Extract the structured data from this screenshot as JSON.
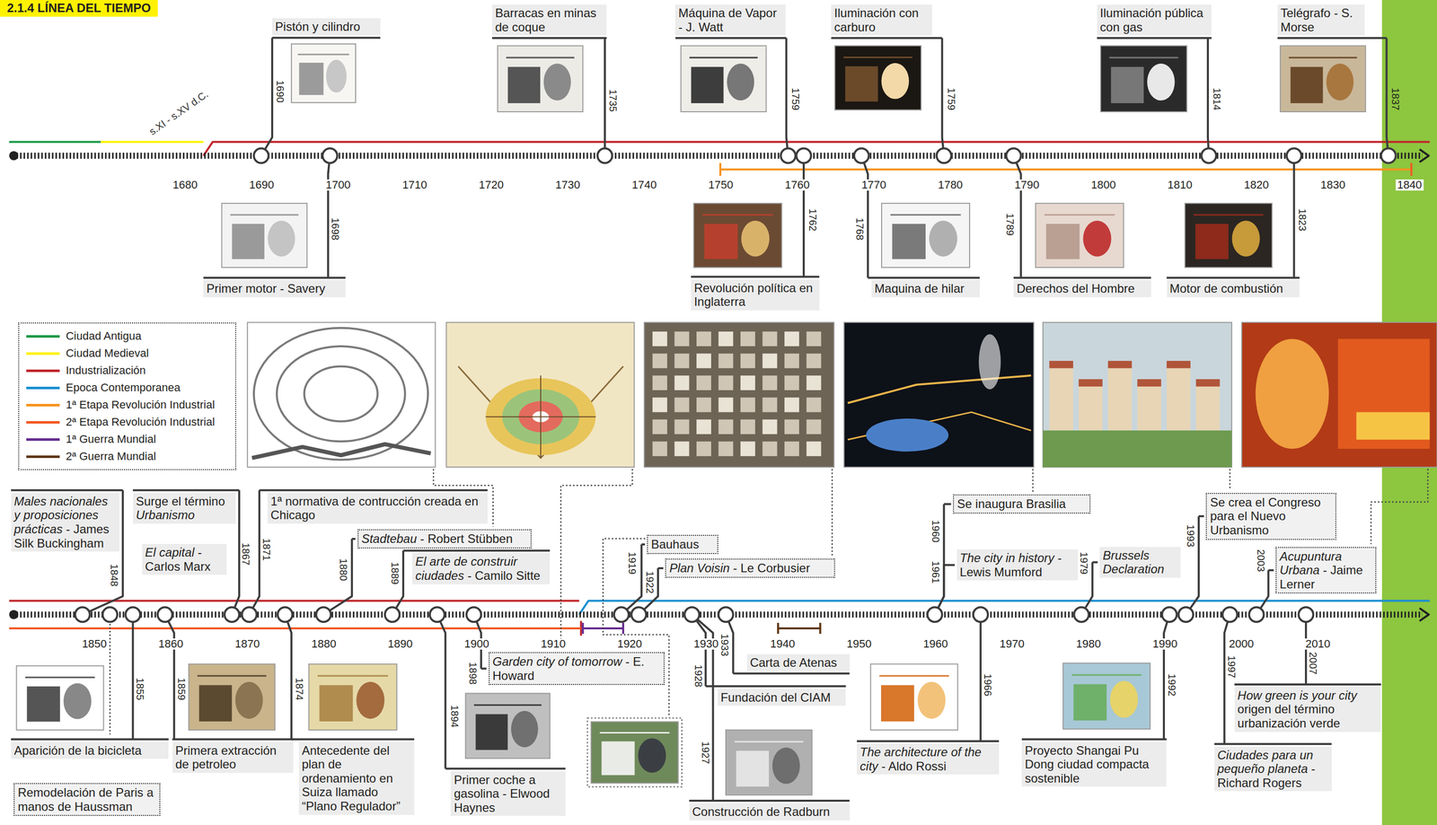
{
  "diagram": {
    "title": "2.1.4 LÍNEA DEL TIEMPO",
    "nodes": [
      {
        "text": [
          "Pistón y cilindro"
        ]
      },
      {
        "text": [
          "Barracas en minas de coque"
        ]
      },
      {
        "text": [
          "Máquina de Vapor - J. Watt"
        ]
      },
      {
        "text": [
          "Iluminación con carburo"
        ]
      },
      {
        "text": [
          "Iluminación pública con gas"
        ]
      },
      {
        "text": [
          "Telégrafo - S. Morse"
        ]
      },
      {
        "text": [
          "Primer motor - Savery"
        ]
      },
      {
        "text": [
          "Revolución política en Inglaterra"
        ]
      },
      {
        "text": [
          "Maquina de hilar"
        ]
      },
      {
        "text": [
          "Derechos del Hombre"
        ]
      },
      {
        "text": [
          "Motor de combustión"
        ]
      },
      {
        "text": [
          "Males nacionales y proposiciones prácticas",
          "- James Silk Buckingham"
        ]
      },
      {
        "text": [
          "Surge el término",
          "Urbanismo"
        ]
      },
      {
        "text": [
          "El capital",
          "- Carlos Marx"
        ]
      },
      {
        "text": [
          "1ª normativa de contrucción creada en Chicago"
        ]
      },
      {
        "text": [
          "Stadtebau",
          "- Robert Stübben"
        ]
      },
      {
        "text": [
          "El arte de construir ciudades",
          "- Camilo Sitte"
        ]
      },
      {
        "text": [
          "Bauhaus"
        ]
      },
      {
        "text": [
          "Plan Voisin",
          "- Le Corbusier"
        ]
      },
      {
        "text": [
          "Se inaugura Brasilia"
        ]
      },
      {
        "text": [
          "The city in history",
          "- Lewis Mumford"
        ]
      },
      {
        "text": [
          "Brussels Declaration"
        ]
      },
      {
        "text": [
          "Se crea el Congreso para el Nuevo Urbanismo"
        ]
      },
      {
        "text": [
          "Acupuntura Urbana",
          "- Jaime Lerner"
        ]
      },
      {
        "text": [
          "Aparición de la bicicleta"
        ]
      },
      {
        "text": [
          "Remodelación de Paris a manos de Haussman"
        ]
      },
      {
        "text": [
          "Primera extracción de petroleo"
        ]
      },
      {
        "text": [
          "Antecedente del plan de ordenamiento en Suiza llamado “Plano Regulador”"
        ]
      },
      {
        "text": [
          "Primer coche a gasolina - Elwood Haynes"
        ]
      },
      {
        "text": [
          "Garden city of tomorrow",
          "- E. Howard"
        ]
      },
      {
        "text": [
          "Fundación del CIAM"
        ]
      },
      {
        "text": [
          "Carta de Atenas"
        ]
      },
      {
        "text": [
          "Construcción de Radburn"
        ]
      },
      {
        "text": [
          "The architecture of the city",
          "- Aldo Rossi"
        ]
      },
      {
        "text": [
          "Proyecto Shangai Pu Dong ciudad compacta sostenible"
        ]
      },
      {
        "text": [
          "Ciudades para un pequeño planeta",
          "- Richard Rogers"
        ]
      },
      {
        "text": [
          "How green is your city",
          "origen del término urbanización verde"
        ]
      }
    ],
    "labels": [
      "s.XI - s.XV d.C.",
      "1680",
      "1690",
      "1700",
      "1710",
      "1720",
      "1730",
      "1740",
      "1750",
      "1760",
      "1770",
      "1780",
      "1790",
      "1800",
      "1810",
      "1820",
      "1830",
      "1840",
      "1690",
      "1735",
      "1759",
      "1759",
      "1814",
      "1837",
      "1698",
      "1762",
      "1768",
      "1789",
      "1823",
      "1850",
      "1860",
      "1870",
      "1880",
      "1890",
      "1900",
      "1910",
      "1920",
      "1930",
      "1940",
      "1950",
      "1960",
      "1970",
      "1980",
      "1990",
      "2000",
      "2010",
      "1848",
      "1867",
      "1871",
      "1880",
      "1889",
      "1919",
      "1922",
      "1960",
      "1961",
      "1979",
      "1993",
      "2003",
      "1855",
      "1859",
      "1874",
      "1894",
      "1898",
      "1928",
      "1927",
      "1933",
      "1966",
      "1992",
      "1997",
      "2007"
    ],
    "legend": [
      {
        "text": "Ciudad Antigua",
        "color": "#1a9a48"
      },
      {
        "text": "Ciudad Medieval",
        "color": "#fff200"
      },
      {
        "text": "Industrialización",
        "color": "#c1272d"
      },
      {
        "text": "Epoca Contemporanea",
        "color": "#1b8fd1"
      },
      {
        "text": "1ª Etapa Revolución Industrial",
        "color": "#f7931e"
      },
      {
        "text": "2ª Etapa Revolución Industrial",
        "color": "#f15a24"
      },
      {
        "text": "1ª Guerra Mundial",
        "color": "#662d91"
      },
      {
        "text": "2ª Guerra Mundial",
        "color": "#603813"
      }
    ]
  }
}
